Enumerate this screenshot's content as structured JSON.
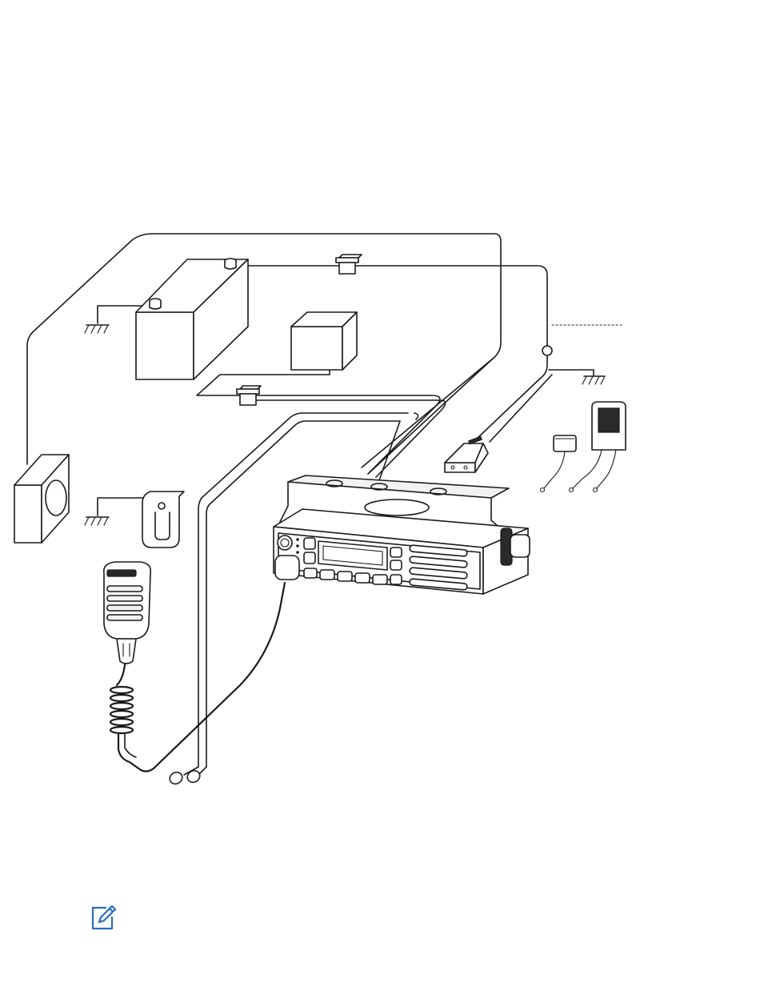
{
  "diagram": {
    "components": [
      {
        "id": "battery",
        "icon": "battery-icon"
      },
      {
        "id": "fuse-holder-top",
        "icon": "fuse-icon"
      },
      {
        "id": "fuse-holder-ignition",
        "icon": "fuse-icon"
      },
      {
        "id": "ignition-box",
        "icon": "box-icon"
      },
      {
        "id": "speaker",
        "icon": "speaker-icon"
      },
      {
        "id": "ground-bracket",
        "icon": "bracket-icon"
      },
      {
        "id": "microphone",
        "icon": "microphone-icon"
      },
      {
        "id": "mobile-radio",
        "icon": "radio-icon"
      },
      {
        "id": "antenna-connector",
        "icon": "connector-icon"
      },
      {
        "id": "gps-antenna-small",
        "icon": "antenna-icon"
      },
      {
        "id": "gps-antenna-large",
        "icon": "antenna-icon"
      },
      {
        "id": "cable-plugs",
        "icon": "plug-icon"
      }
    ],
    "ground_symbols": 3,
    "line_color": "#1a1a1a"
  },
  "note": {
    "icon": "note-edit-icon",
    "accent_color": "#2b6cc4"
  }
}
